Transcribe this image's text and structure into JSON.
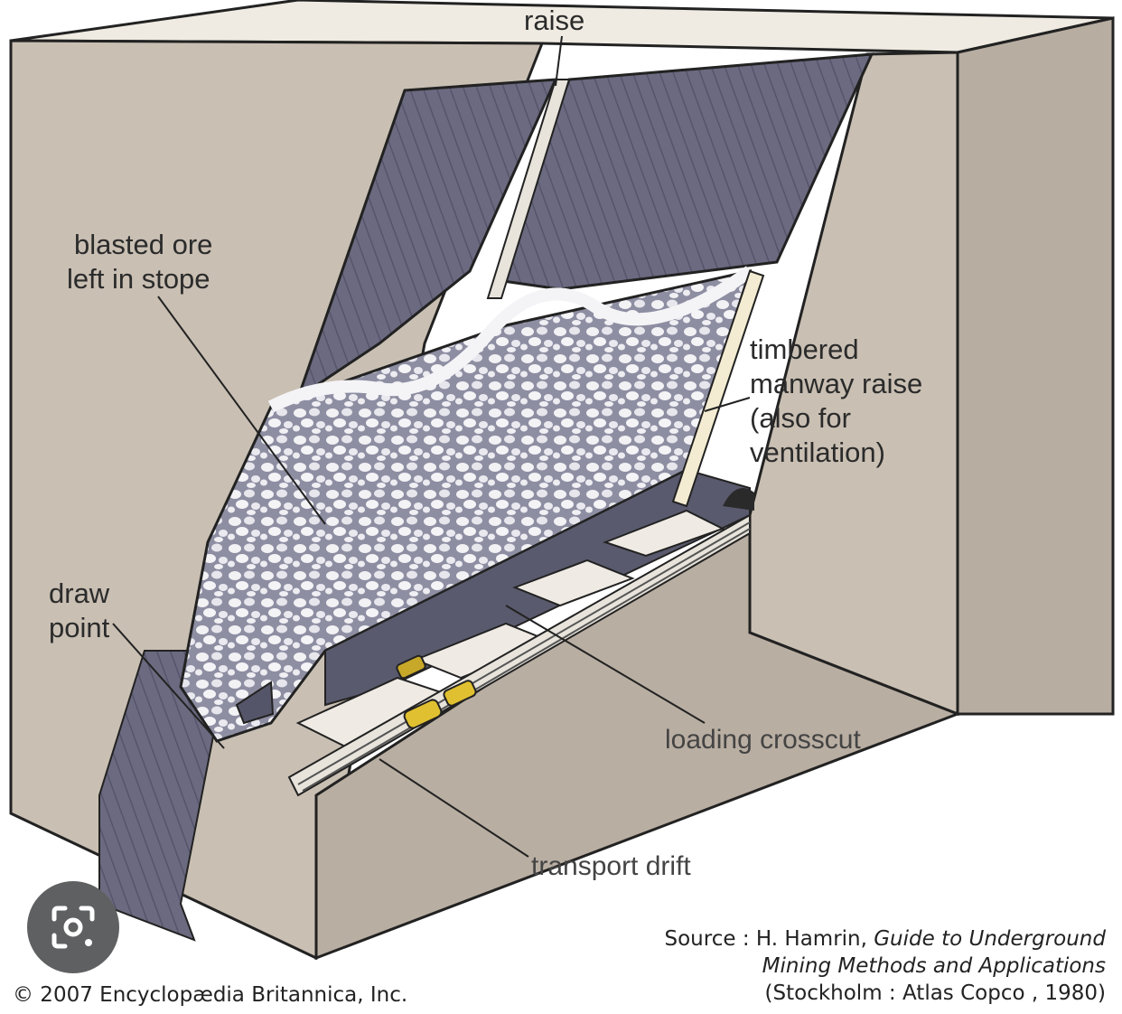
{
  "labels": {
    "raise": "raise",
    "blasted_ore": [
      "blasted ore",
      "left in stope"
    ],
    "timbered": [
      "timbered",
      "manway raise",
      "(also for",
      "ventilation)"
    ],
    "draw_point": [
      "draw",
      "point"
    ],
    "loading_crosscut": "loading crosscut",
    "transport_drift": "transport drift"
  },
  "credit": "© 2007 Encyclopædia Britannica, Inc.",
  "source": {
    "prefix": "Source : H. Hamrin, ",
    "title_line1": "Guide to Underground",
    "title_line2": "Mining Methods and Applications",
    "line3": "(Stockholm : Atlas Copco , 1980)"
  },
  "icons": {
    "lens": "lens-search-icon"
  },
  "colors": {
    "rock": "#c9bfb3",
    "rock_side": "#b7ada1",
    "rock_top": "#efebe2",
    "vein": "#6e6d83",
    "vein_dark": "#545468",
    "ore_fill": "#8e8ea3",
    "tunnel": "#e8e4dc"
  }
}
